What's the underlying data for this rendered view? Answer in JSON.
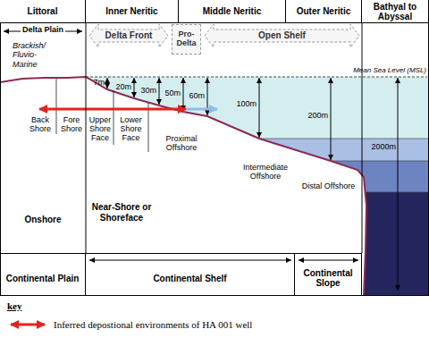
{
  "diagram": {
    "nodes": [
      {
        "text": [
          "Littoral"
        ]
      },
      {
        "text": [
          "Inner Neritic"
        ]
      },
      {
        "text": [
          "Middle Neritic"
        ]
      },
      {
        "text": [
          "Outer Neritic"
        ]
      },
      {
        "text": [
          "Bathyal to Abyssal"
        ]
      },
      {
        "text": [
          "Pro-Delta"
        ]
      },
      {
        "text": [
          "Continental Plain"
        ]
      },
      {
        "text": [
          "Continental Shelf"
        ]
      },
      {
        "text": [
          "Continental Slope"
        ]
      }
    ],
    "labels": [
      "Delta Plain",
      "Delta Front",
      "Open Shelf",
      "Brackish/ Fluvio- Marine",
      "Mean Sea Level (MSL)",
      "7m",
      "20m",
      "30m",
      "50m",
      "60m",
      "100m",
      "200m",
      "2000m",
      "Back Shore",
      "Fore Shore",
      "Upper Shore Face",
      "Lower Shore Face",
      "Proximal Offshore",
      "Intermediate Offshore",
      "Distal Offshore",
      "Onshore",
      "Near-Shore or Shoreface",
      "key"
    ],
    "legend": [
      {
        "text": "Inferred depostional environments of HA 001 well"
      }
    ]
  }
}
